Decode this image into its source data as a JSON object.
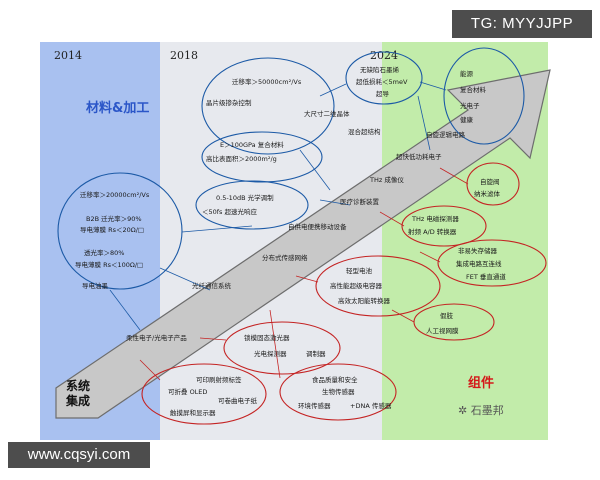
{
  "header": {
    "tag": "TG: MYYJJPP"
  },
  "footer": {
    "site": "www.cqsyi.com",
    "logo_text": "石墨邦"
  },
  "years": [
    "2014",
    "2018",
    "2024"
  ],
  "sections": {
    "materials": "材料&加工",
    "system": "系统\n集成",
    "components": "组件"
  },
  "materials": {
    "left_group": [
      "迁移率＞20000cm²/Vs",
      "B2B 迁光率＞90%",
      "导电薄膜 Rs＜20Ω/□",
      "透光率＞80%",
      "导电薄膜 Rs＜100Ω/□",
      "导电油墨"
    ],
    "mid_group": [
      "迁移率＞50000cm²/Vs",
      "晶片级掺杂控制",
      "大尺寸二维晶体",
      "E＞100GPa 复合材料",
      "高比表面积＞2000m²/g",
      "0.5-10dB 光学调制",
      "＜50fs 超速光响应",
      "混合超结构"
    ],
    "top_right_group": [
      "无缺陷石墨烯",
      "超低损耗＜5meV",
      "超导"
    ],
    "right_top": [
      "能源",
      "复合材料",
      "光电子",
      "健康"
    ]
  },
  "arrow": [
    "柔性电子/光电子产品",
    "光纤通信系统",
    "分布式传感网络",
    "自供电便携移动设备",
    "医疗诊断装置",
    "THz 成像仪",
    "超快低功耗电子",
    "自旋逻辑电路"
  ],
  "components": {
    "nanoelectro": [
      "自旋阀",
      "纳米滤体"
    ],
    "thz": [
      "THz 电磁探测器",
      "射频 A/D 转换器"
    ],
    "fet": [
      "非易失存储器",
      "集成电路互连线",
      "FET 垂直通道"
    ],
    "battery": [
      "轻型电池",
      "高性能超级电容器",
      "高效太阳能转换器"
    ],
    "artificial": [
      "假肢",
      "人工视网膜"
    ],
    "laser": [
      "锁模固态激光器",
      "光电探测器",
      "调制器"
    ],
    "print": [
      "可印刷射频标签",
      "可折叠 OLED",
      "可卷曲电子纸",
      "触摸屏和显示器"
    ],
    "sensor": [
      "食品质量和安全",
      "生物传感器",
      "环境传感器",
      "+DNA 传感器"
    ]
  },
  "colors": {
    "blue_band": "#a9c1f0",
    "grey_band": "#e7e9ee",
    "green_band": "#c2ecaa",
    "material_title": "#2b56c8",
    "component_title": "#d41a1a",
    "arrow": "#c8c8c8"
  }
}
